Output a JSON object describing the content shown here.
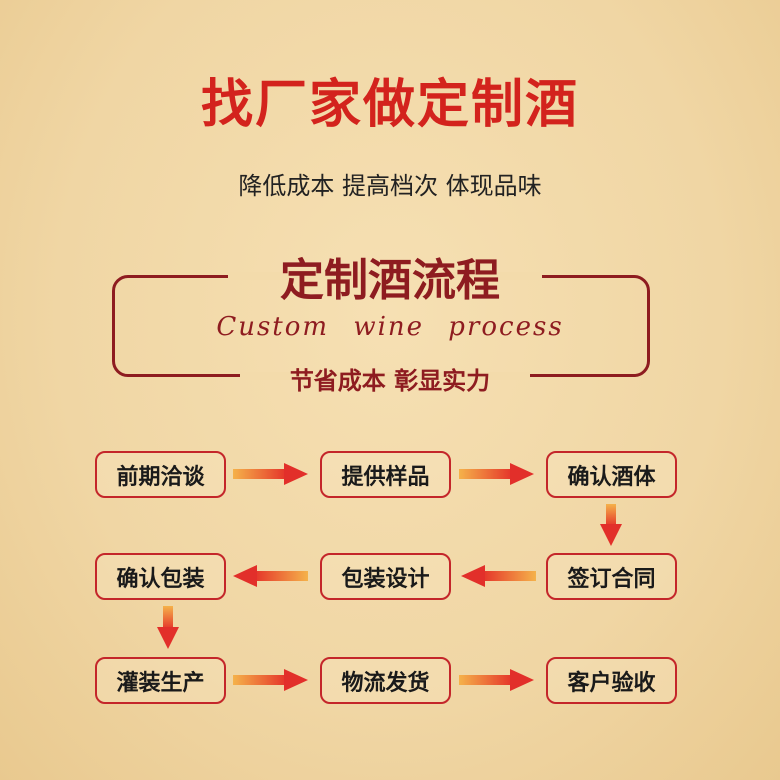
{
  "title": "找厂家做定制酒",
  "subtitle": "降低成本 提高档次 体现品味",
  "heading": "定制酒流程",
  "english": "Custom wine process",
  "tagline": "节省成本 彰显实力",
  "steps": [
    "前期洽谈",
    "提供样品",
    "确认酒体",
    "签订合同",
    "包装设计",
    "确认包装",
    "灌装生产",
    "物流发货",
    "客户验收"
  ],
  "colors": {
    "title": "#d3231d",
    "heading": "#8e1c20",
    "box_border": "#c4262a",
    "arrow": "#e22f2a"
  }
}
